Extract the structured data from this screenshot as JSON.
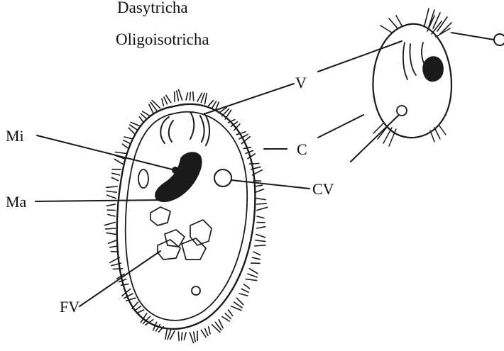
{
  "diagram": {
    "titles": [
      "Dasytricha",
      "Oligoisotricha"
    ],
    "labels": {
      "mi": "Mi",
      "ma": "Ma",
      "fv": "FV",
      "v": "V",
      "c": "C",
      "cv": "CV",
      "o": "O"
    }
  }
}
